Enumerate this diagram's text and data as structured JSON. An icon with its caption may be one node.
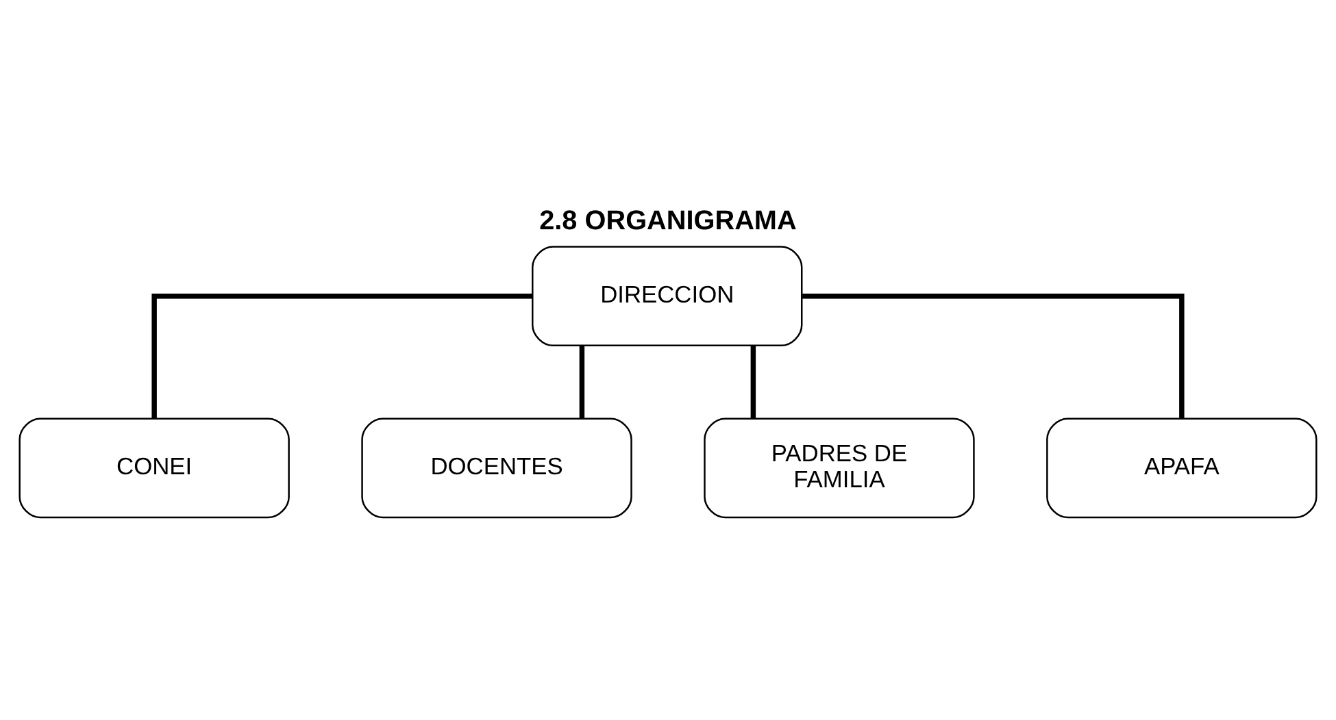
{
  "diagram": {
    "title": "2.8 ORGANIGRAMA",
    "nodes": [
      {
        "text": [
          "DIRECCION"
        ]
      },
      {
        "text": [
          "CONEI"
        ]
      },
      {
        "text": [
          "DOCENTES"
        ]
      },
      {
        "text": [
          "PADRES DE FAMILIA"
        ]
      },
      {
        "text": [
          "APAFA"
        ]
      }
    ],
    "edges": [
      {
        "from": 0,
        "to": 1,
        "arrow": "none"
      },
      {
        "from": 0,
        "to": 2,
        "arrow": "none"
      },
      {
        "from": 0,
        "to": 3,
        "arrow": "none"
      },
      {
        "from": 0,
        "to": 4,
        "arrow": "none"
      }
    ]
  }
}
